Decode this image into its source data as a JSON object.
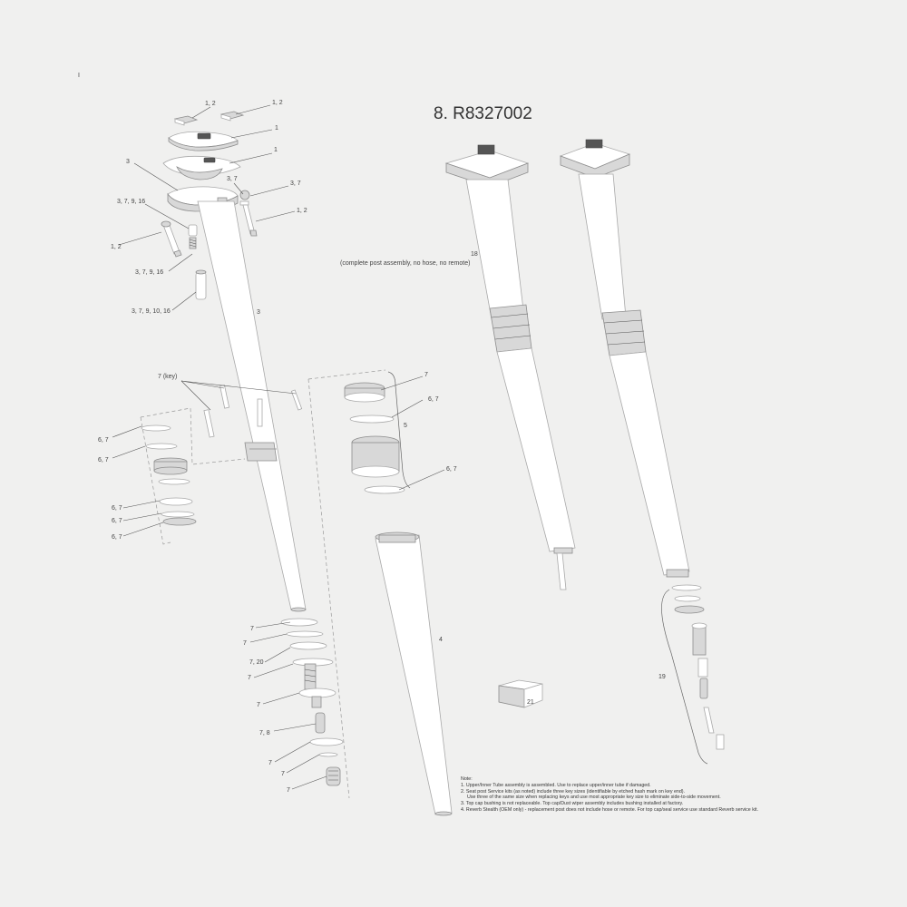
{
  "corner_mark": "I",
  "title": "8. R8327002",
  "labels": {
    "l_12_a": "1, 2",
    "l_12_b": "1, 2",
    "l_1_a": "1",
    "l_1_b": "1",
    "l_3_top": "3",
    "l_37_a": "3, 7",
    "l_37_b": "3, 7",
    "l_37916_a": "3, 7, 9, 16",
    "l_12_c": "1, 2",
    "l_12_d": "1, 2",
    "l_37916_b": "3, 7, 9, 16",
    "l_3791016": "3, 7, 9, 10, 16",
    "l_3_tube": "3",
    "l_18": "18",
    "l_18_sub": "(complete post assembly, no hose, no remote)",
    "l_7key": "7 (key)",
    "l_7_a": "7",
    "l_67_a": "6, 7",
    "l_5": "5",
    "l_67_b": "6, 7",
    "l_67_l1": "6, 7",
    "l_67_l2": "6, 7",
    "l_67_l3": "6, 7",
    "l_67_l4": "6, 7",
    "l_67_l5": "6, 7",
    "l_7_b1": "7",
    "l_7_b2": "7",
    "l_720": "7, 20",
    "l_7_b3": "7",
    "l_7_b4": "7",
    "l_78": "7, 8",
    "l_7_b5": "7",
    "l_7_b6": "7",
    "l_7_b7": "7",
    "l_4": "4",
    "l_21": "21",
    "l_19": "19"
  },
  "notes": {
    "heading": "Note:",
    "n1": "1.  Upper/Inner Tube assembly is assembled.  Use to replace upper/inner tube if damaged.",
    "n2": "2.  Seat post Service kits (as noted) include three key sizes (identifiable by etched hash mark on key end).",
    "n2b": "Use three of the same size when replacing keys and use most appropriate key size to eliminate side-to-side movement.",
    "n3": "3.  Top cap bushing is not replaceable.  Top cap/Dust wiper assembly includes bushing installed at factory.",
    "n4": "4.  Reverb Stealth (OEM only) - replacement post does not include hose or remote.  For top cap/seal service use standard Reverb service kit."
  },
  "colors": {
    "background": "#f0f0ef",
    "part_fill": "#ffffff",
    "part_stroke": "#a9a9a9",
    "text": "#333333"
  }
}
